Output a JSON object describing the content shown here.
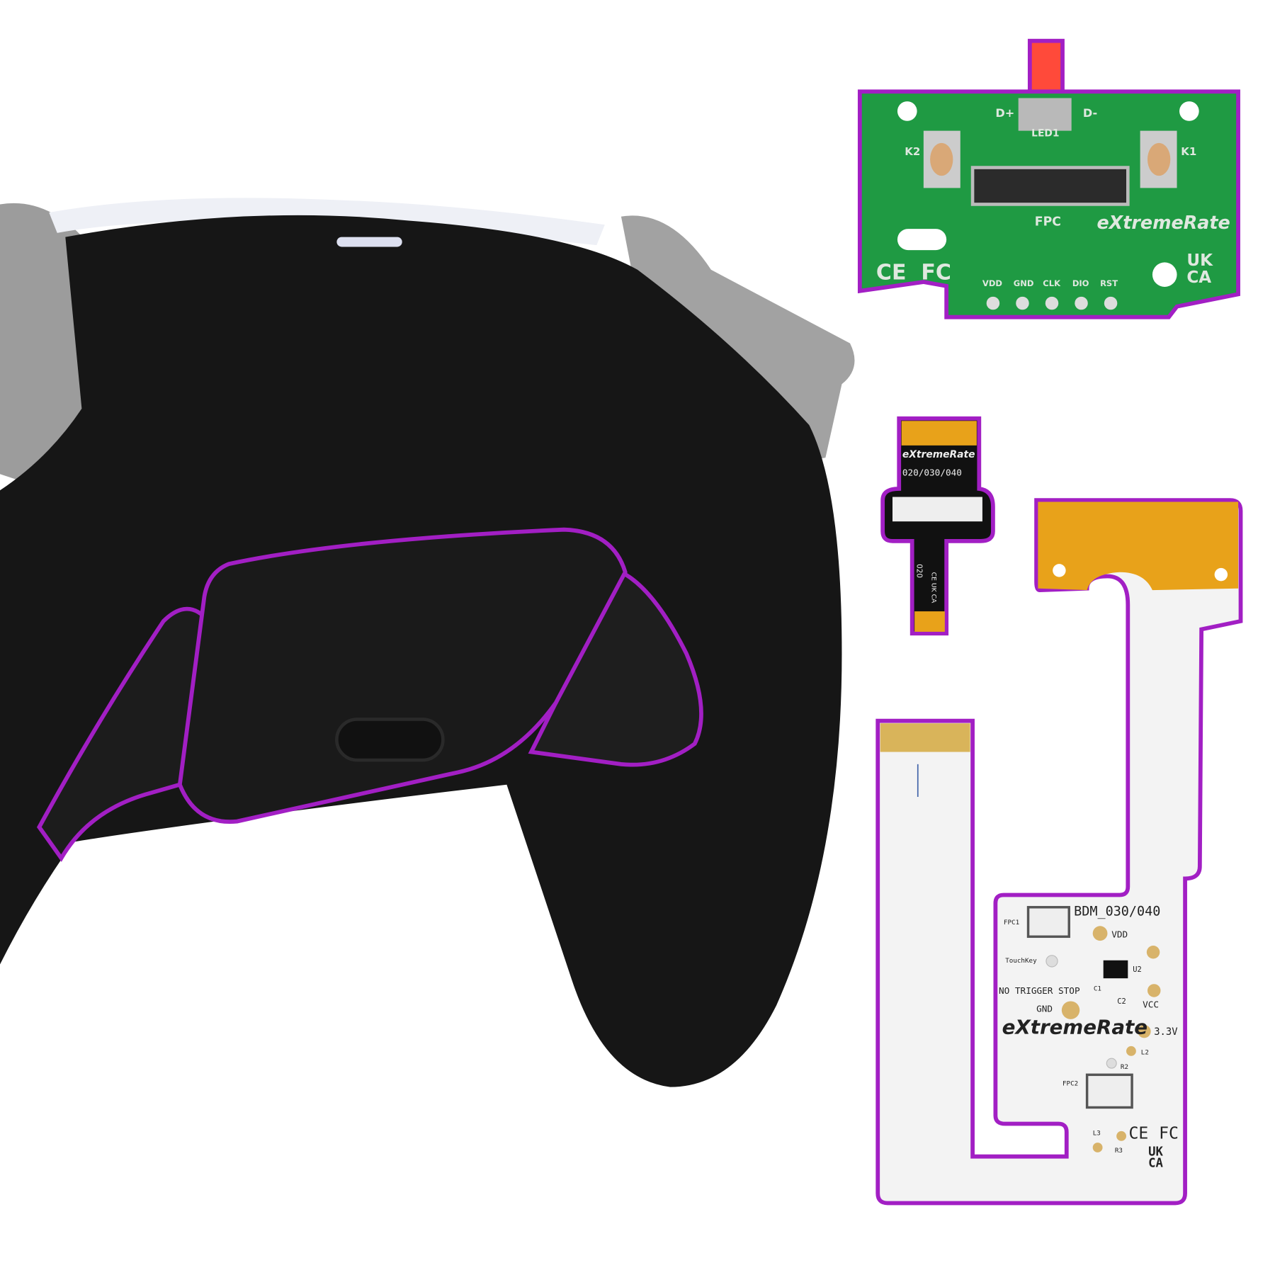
{
  "colors": {
    "outline": "#a21fc4",
    "pcb_green": "#1f9a43",
    "controller_black": "#161616",
    "trigger_grey": "#9a9a9a",
    "flex_white": "#f3f3f3",
    "flex_orange": "#e8a21a",
    "led_red": "#ff4a3a",
    "gold_pad": "#d8b36a"
  },
  "green_board": {
    "labels": {
      "d_plus": "D+",
      "d_minus": "D-",
      "led": "LED1",
      "k1": "K1",
      "k2": "K2",
      "fpc": "FPC",
      "brand": "eXtremeRate",
      "ce": "CE",
      "fc": "FC",
      "ukca_1": "UK",
      "ukca_2": "CA"
    },
    "pins": [
      "VDD",
      "GND",
      "CLK",
      "DIO",
      "RST"
    ]
  },
  "small_flex": {
    "brand": "eXtremeRate",
    "model": "020/030/040",
    "code": "020",
    "marks": "CE UK CA"
  },
  "white_board": {
    "title": "BDM_030/040",
    "labels": {
      "fpc1": "FPC1",
      "fpc2": "FPC2",
      "vdd": "VDD",
      "touchkey": "TouchKey",
      "u2": "U2",
      "c1": "C1",
      "c2": "C2",
      "no_trigger_stop": "NO TRIGGER STOP",
      "gnd": "GND",
      "vcc": "VCC",
      "v33": "3.3V",
      "l2": "L2",
      "r2": "R2",
      "l3": "L3",
      "r3": "R3",
      "brand": "eXtremeRate",
      "ce": "CE",
      "fc": "FC",
      "ukca_1": "UK",
      "ukca_2": "CA"
    }
  }
}
